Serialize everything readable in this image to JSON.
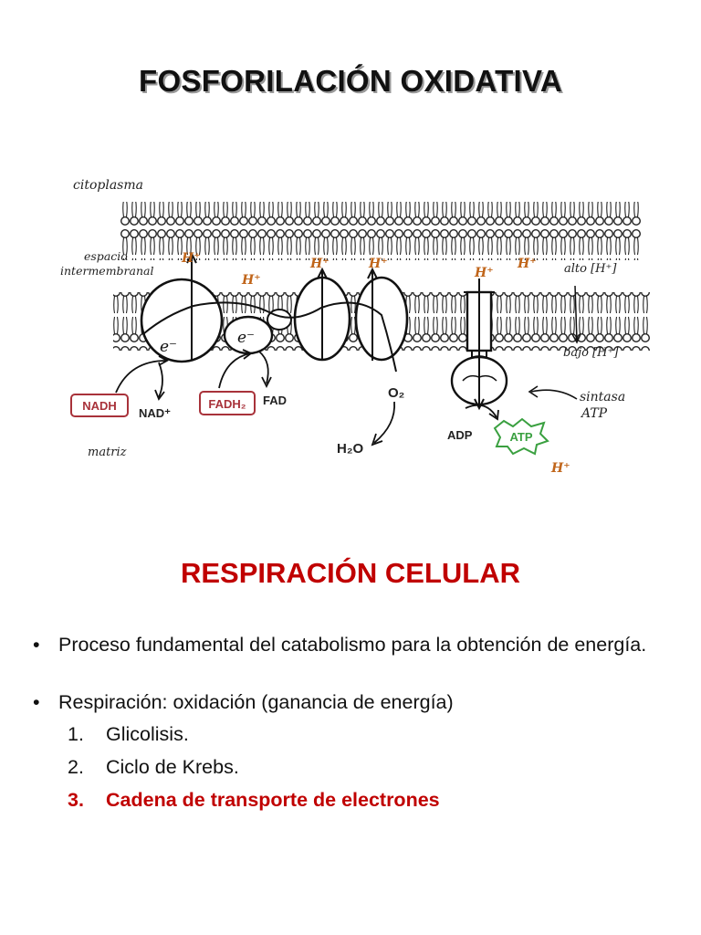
{
  "title": "FOSFORILACIÓN OXIDATIVA",
  "diagram": {
    "citoplasma": "citoplasma",
    "espacio_1": "espacio",
    "espacio_2": "intermembranal",
    "matriz": "matriz",
    "alto": "alto [H⁺]",
    "bajo": "bajo [H⁺]",
    "sintasa_1": "sintasa",
    "sintasa_2": "ATP",
    "h_plus": "H⁺",
    "e_minus": "e⁻",
    "nadh": "NADH",
    "nad_plus": "NAD⁺",
    "fadh2": "FADH₂",
    "fad": "FAD",
    "o2": "O₂",
    "h2o": "H₂O",
    "adp": "ADP",
    "atp": "ATP",
    "colors": {
      "h_plus": "#c0651a",
      "nadh": "#a8323a",
      "atp": "#3aa040"
    }
  },
  "subtitle": "RESPIRACIÓN CELULAR",
  "bullets": [
    {
      "text": "Proceso fundamental del catabolismo para la obtención de energía."
    },
    {
      "text": "Respiración: oxidación (ganancia de energía)"
    }
  ],
  "steps": [
    {
      "num": "1.",
      "text": "Glicolisis."
    },
    {
      "num": "2.",
      "text": "Ciclo de Krebs."
    },
    {
      "num": "3.",
      "text": "Cadena de transporte de electrones"
    }
  ]
}
